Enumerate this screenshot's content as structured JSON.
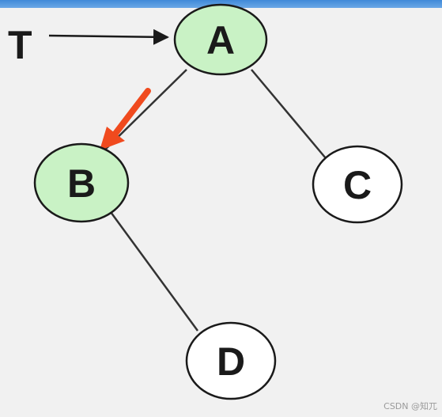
{
  "pointer": {
    "label": "T"
  },
  "colors": {
    "visited_fill": "#c9f2c5",
    "default_fill": "#ffffff",
    "stroke": "#1a1a1a",
    "edge": "#333333",
    "traversal_arrow": "#f04a1e"
  },
  "tree": {
    "nodes": [
      {
        "id": "A",
        "label": "A",
        "visited": true
      },
      {
        "id": "B",
        "label": "B",
        "visited": true
      },
      {
        "id": "C",
        "label": "C",
        "visited": false
      },
      {
        "id": "D",
        "label": "D",
        "visited": false
      }
    ],
    "edges": [
      {
        "from": "A",
        "to": "B"
      },
      {
        "from": "A",
        "to": "C"
      },
      {
        "from": "B",
        "to": "D"
      }
    ],
    "traversal_arrow": {
      "from": "A",
      "to": "B"
    }
  },
  "watermark": "CSDN @知兀"
}
